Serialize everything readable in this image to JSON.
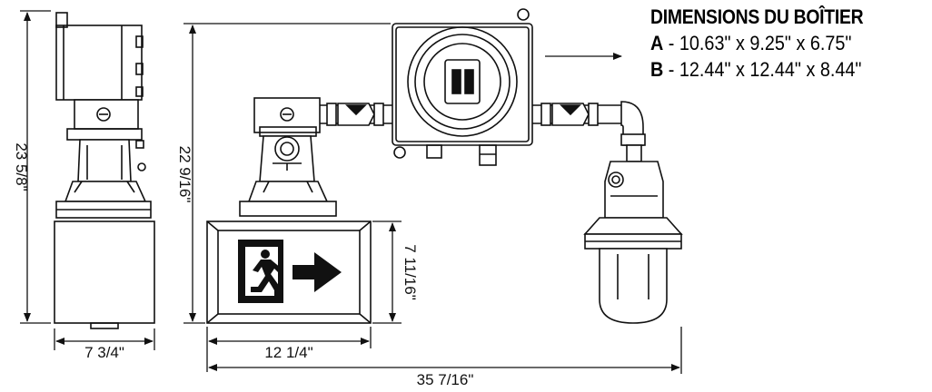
{
  "header": {
    "title": "DIMENSIONS DU BOÎTIER",
    "items": [
      {
        "letter": "A",
        "sep": " - ",
        "value": "10.63\" x 9.25\" x 6.75\""
      },
      {
        "letter": "B",
        "sep": " - ",
        "value": "12.44\" x 12.44\" x 8.44\""
      }
    ]
  },
  "dimensions": {
    "side_height": "23 5/8\"",
    "side_width": "7 3/4\"",
    "front_height": "22 9/16\"",
    "sign_height": "7 11/16\"",
    "sign_width": "12 1/4\"",
    "overall_width": "35 7/16\""
  },
  "colors": {
    "line": "#111111",
    "background": "#ffffff"
  },
  "icons": [
    "running-man-icon",
    "arrow-right-icon"
  ]
}
